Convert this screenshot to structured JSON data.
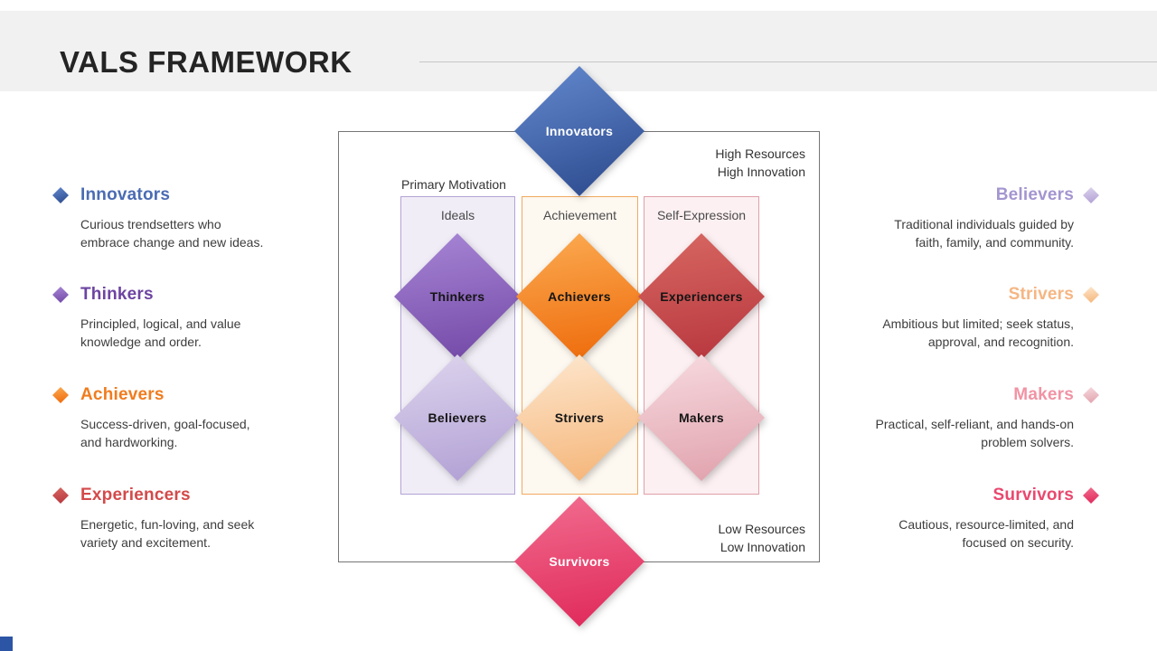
{
  "header": {
    "title": "VALS FRAMEWORK"
  },
  "diagram": {
    "primary_motivation_label": "Primary Motivation",
    "high_resources_label": "High Resources",
    "high_innovation_label": "High Innovation",
    "low_resources_label": "Low Resources",
    "low_innovation_label": "Low Innovation",
    "top_diamond_label": "Innovators",
    "bottom_diamond_label": "Survivors",
    "columns": [
      {
        "header": "Ideals",
        "top_diamond": "Thinkers",
        "bottom_diamond": "Believers"
      },
      {
        "header": "Achievement",
        "top_diamond": "Achievers",
        "bottom_diamond": "Strivers"
      },
      {
        "header": "Self-Expression",
        "top_diamond": "Experiencers",
        "bottom_diamond": "Makers"
      }
    ]
  },
  "legend_left": [
    {
      "name": "Innovators",
      "description": "Curious trendsetters who embrace change and new ideas.",
      "color": "#4a6cb3"
    },
    {
      "name": "Thinkers",
      "description": "Principled, logical, and value knowledge and order.",
      "color": "#6d44a1"
    },
    {
      "name": "Achievers",
      "description": "Success-driven, goal-focused, and hardworking.",
      "color": "#f07c1e"
    },
    {
      "name": "Experiencers",
      "description": "Energetic, fun-loving, and seek variety and excitement.",
      "color": "#d44a4a"
    }
  ],
  "legend_right": [
    {
      "name": "Believers",
      "description": "Traditional individuals guided by faith, family, and community.",
      "color": "#a495d0"
    },
    {
      "name": "Strivers",
      "description": "Ambitious but limited; seek status, approval, and recognition.",
      "color": "#f5b683"
    },
    {
      "name": "Makers",
      "description": "Practical, self-reliant, and hands-on problem solvers.",
      "color": "#f193a4"
    },
    {
      "name": "Survivors",
      "description": "Cautious, resource-limited, and focused on security.",
      "color": "#e9486f"
    }
  ],
  "colors": {
    "header_band": "#f1f1f2",
    "matrix_border": "#757575",
    "innovators_gradient": [
      "#6287cc",
      "#2c4a8e"
    ],
    "thinkers_gradient": [
      "#a583d3",
      "#744aa8"
    ],
    "achievers_gradient": [
      "#fba84f",
      "#ee6c0c"
    ],
    "experiencers_gradient": [
      "#d66560",
      "#b8383f"
    ],
    "believers_gradient": [
      "#dbd2ec",
      "#b2a1d5"
    ],
    "strivers_gradient": [
      "#fde5cb",
      "#f5b67a"
    ],
    "makers_gradient": [
      "#f6d8dd",
      "#e1a3ae"
    ],
    "survivors_gradient": [
      "#f16a8d",
      "#e02a5b"
    ],
    "ideals_box": {
      "fill": "#f0edf7",
      "border": "#b2a4d5"
    },
    "achievement_box": {
      "fill": "#fdf8f0",
      "border": "#f2a95f"
    },
    "self_expression_box": {
      "fill": "#fcf0f2",
      "border": "#dfa0a9"
    },
    "corner_accent": "#2d55a5"
  }
}
